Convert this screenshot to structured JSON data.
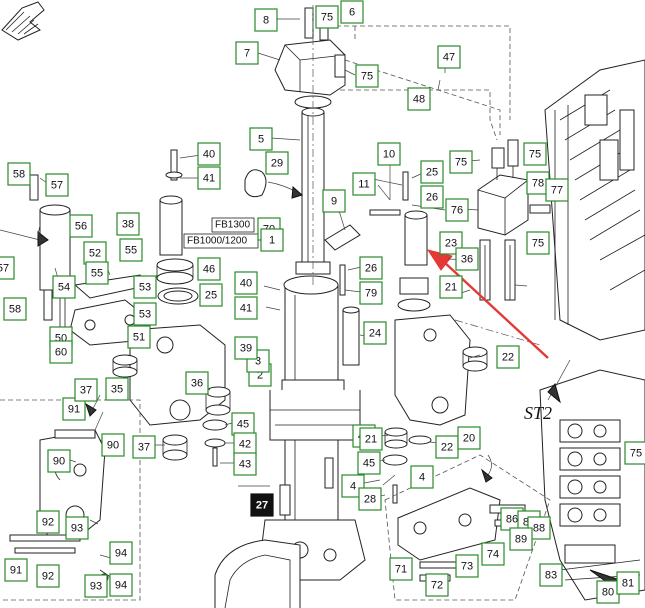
{
  "diagram": {
    "section_label": "ST2",
    "model_tags": [
      "FB1300",
      "FB1000/1200"
    ],
    "highlight_color": "#e53935",
    "callout_color": "#2a8a2a",
    "callouts": [
      "8",
      "75",
      "6",
      "7",
      "75",
      "47",
      "48",
      "5",
      "29",
      "40",
      "41",
      "38",
      "10",
      "25",
      "11",
      "9",
      "26",
      "76",
      "78",
      "77",
      "75",
      "75",
      "75",
      "23",
      "70",
      "1",
      "36",
      "46",
      "25",
      "26",
      "79",
      "21",
      "45",
      "2",
      "3",
      "39",
      "40",
      "41",
      "24",
      "22",
      "37",
      "36",
      "45",
      "42",
      "43",
      "21",
      "22",
      "20",
      "45",
      "4",
      "28",
      "27",
      "4",
      "86",
      "87",
      "88",
      "89",
      "74",
      "73",
      "71",
      "72",
      "91",
      "90",
      "90",
      "92",
      "93",
      "94",
      "91",
      "92",
      "93",
      "94",
      "35",
      "37",
      "50",
      "60",
      "51",
      "52",
      "55",
      "53",
      "53",
      "54",
      "55",
      "56",
      "57",
      "57",
      "58",
      "58",
      "83",
      "80",
      "81",
      "75"
    ]
  }
}
